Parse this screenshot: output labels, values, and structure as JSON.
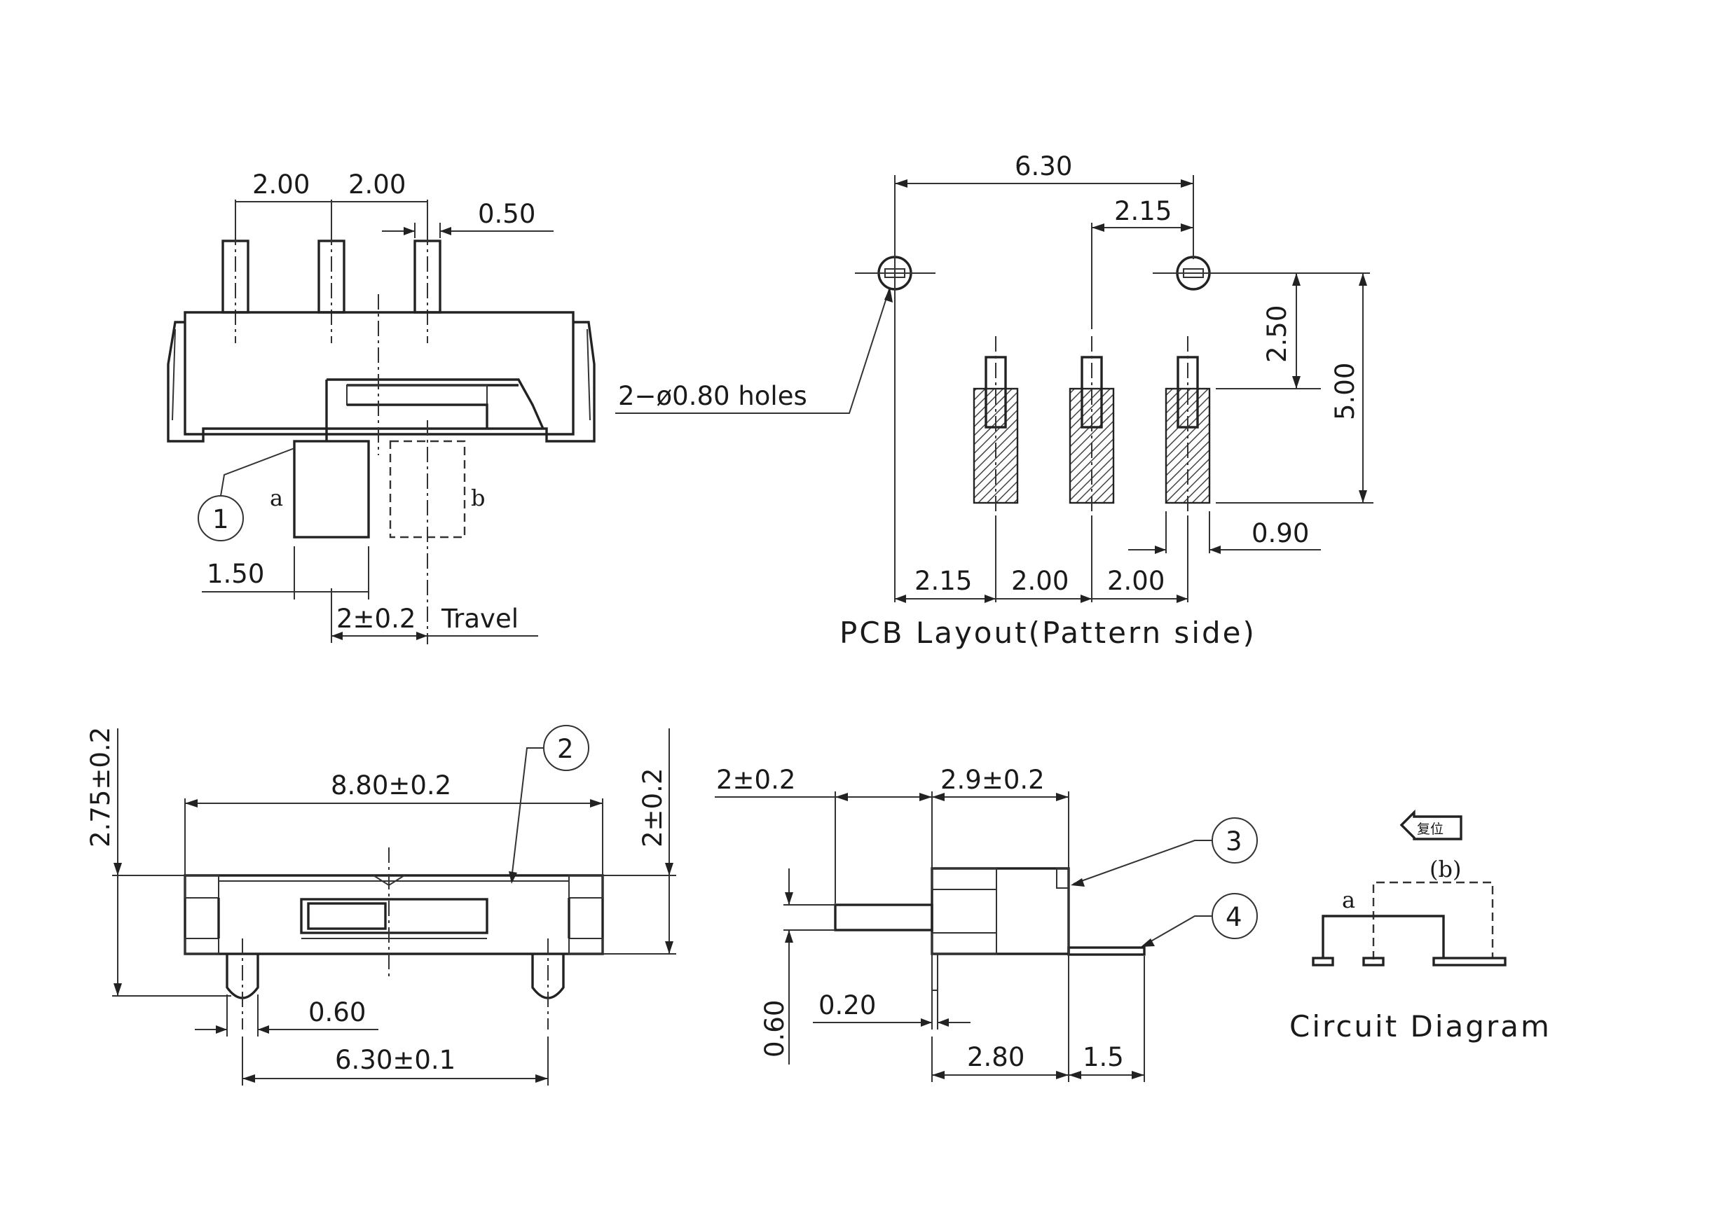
{
  "top_view": {
    "dim_pitch_left": "2.00",
    "dim_pitch_right": "2.00",
    "dim_pin_width": "0.50",
    "pos_a": "a",
    "pos_b": "b",
    "callout_1": "1",
    "dim_actuator_offset": "1.50",
    "dim_travel": "2±0.2",
    "travel_label": "Travel"
  },
  "pcb_layout": {
    "dim_hole_span": "6.30",
    "dim_hole_offset": "2.15",
    "holes_label": "2−ø0.80 holes",
    "dim_hole_to_pad": "2.50",
    "dim_hole_to_pad_bottom": "5.00",
    "dim_pad_width": "0.90",
    "dim_first_pad": "2.15",
    "dim_pad_pitch_1": "2.00",
    "dim_pad_pitch_2": "2.00",
    "title": "PCB Layout(Pattern side)"
  },
  "front_view": {
    "dim_height": "2.75±0.2",
    "callout_2": "2",
    "dim_body_length": "8.80±0.2",
    "dim_body_height": "2±0.2",
    "dim_lug_width": "0.60",
    "dim_lug_span": "6.30±0.1"
  },
  "side_view": {
    "dim_actuator_length": "2±0.2",
    "dim_body_depth": "2.9±0.2",
    "callout_3": "3",
    "callout_4": "4",
    "dim_lead_offset": "0.60",
    "dim_lead_thickness": "0.20",
    "dim_lead_base": "2.80",
    "dim_lead_extension": "1.5"
  },
  "circuit": {
    "reset_label": "复位",
    "label_b": "(b)",
    "label_a": "a",
    "title": "Circuit Diagram"
  }
}
